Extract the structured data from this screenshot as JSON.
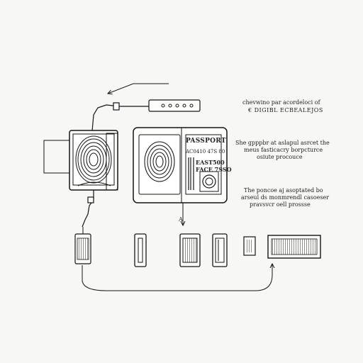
{
  "text": {
    "note1": [
      "chevwino par acordeloci of",
      "€ DIGIBL ECBEALEJOS"
    ],
    "note2": [
      "She gpppbr at aslapul asrcet the",
      "meus fasticacry borpcturce",
      "osiute procouce"
    ],
    "note3": [
      "The poncoe aj asoptated bo",
      "arseul ds monmrendl casoeser",
      "pravsvcr oell prossse"
    ],
    "passport": {
      "title": "PASSPORT",
      "code": "AC0410 47S 80",
      "line1": "EAST500",
      "line2": "FACE 7SSO"
    },
    "arrow_label": "A"
  },
  "colors": {
    "ink": "#151515",
    "paper": "#f7f7f5",
    "card": "#fdfdfb"
  }
}
